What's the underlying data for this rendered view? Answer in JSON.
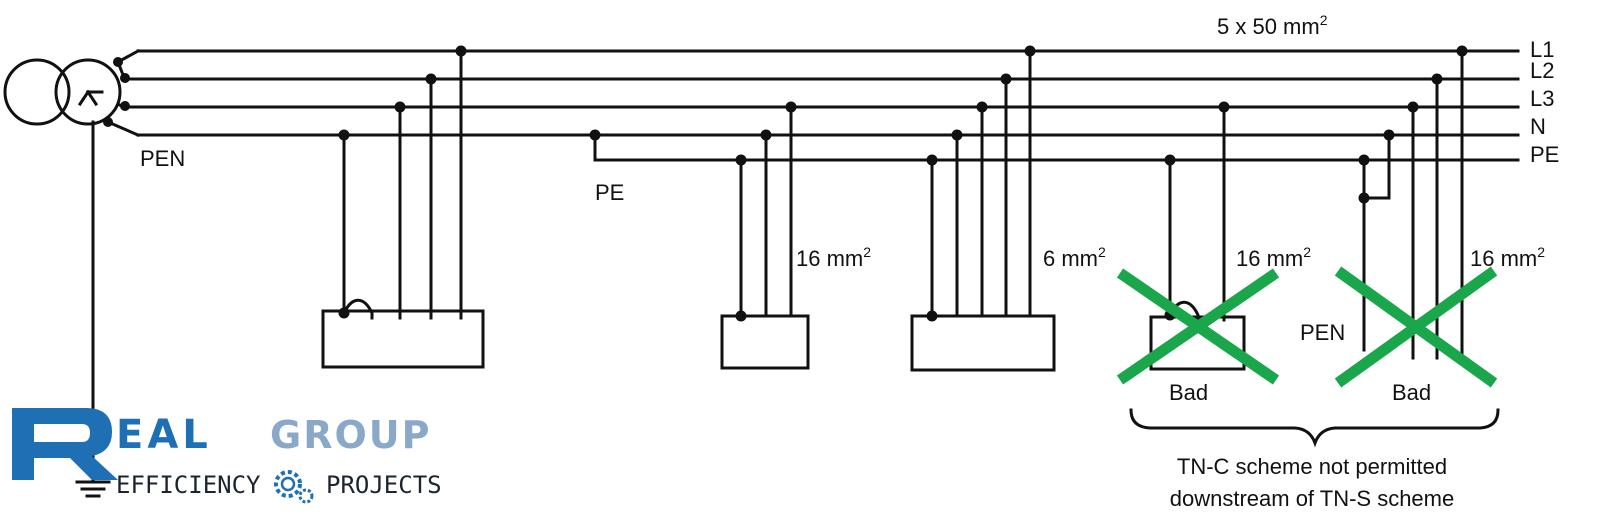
{
  "title": "5 x 50 mm",
  "title_sup": "2",
  "buses": [
    {
      "id": "L1",
      "label": "L1"
    },
    {
      "id": "L2",
      "label": "L2"
    },
    {
      "id": "L3",
      "label": "L3"
    },
    {
      "id": "N",
      "label": "N"
    },
    {
      "id": "PE",
      "label": "PE"
    }
  ],
  "labels": {
    "pen_source": "PEN",
    "pe_branch": "PE",
    "pen_bad": "PEN",
    "bad_left": "Bad",
    "bad_right": "Bad"
  },
  "sizes": [
    {
      "text": "16 mm",
      "sup": "2"
    },
    {
      "text": "6 mm",
      "sup": "2"
    },
    {
      "text": "16 mm",
      "sup": "2"
    },
    {
      "text": "16 mm",
      "sup": "2"
    }
  ],
  "note": {
    "line1": "TN-C scheme not permitted",
    "line2": "downstream of TN-S scheme"
  },
  "logo": {
    "real": "EAL",
    "group": "GROUP",
    "left_word": "EFFICIENCY",
    "right_word": "PROJECTS",
    "colors": {
      "primary": "#1f6fb5",
      "secondary": "#8aa8c8",
      "text": "#1b2430"
    }
  },
  "colors": {
    "wire": "#111111",
    "cross": "#1aa64a"
  }
}
